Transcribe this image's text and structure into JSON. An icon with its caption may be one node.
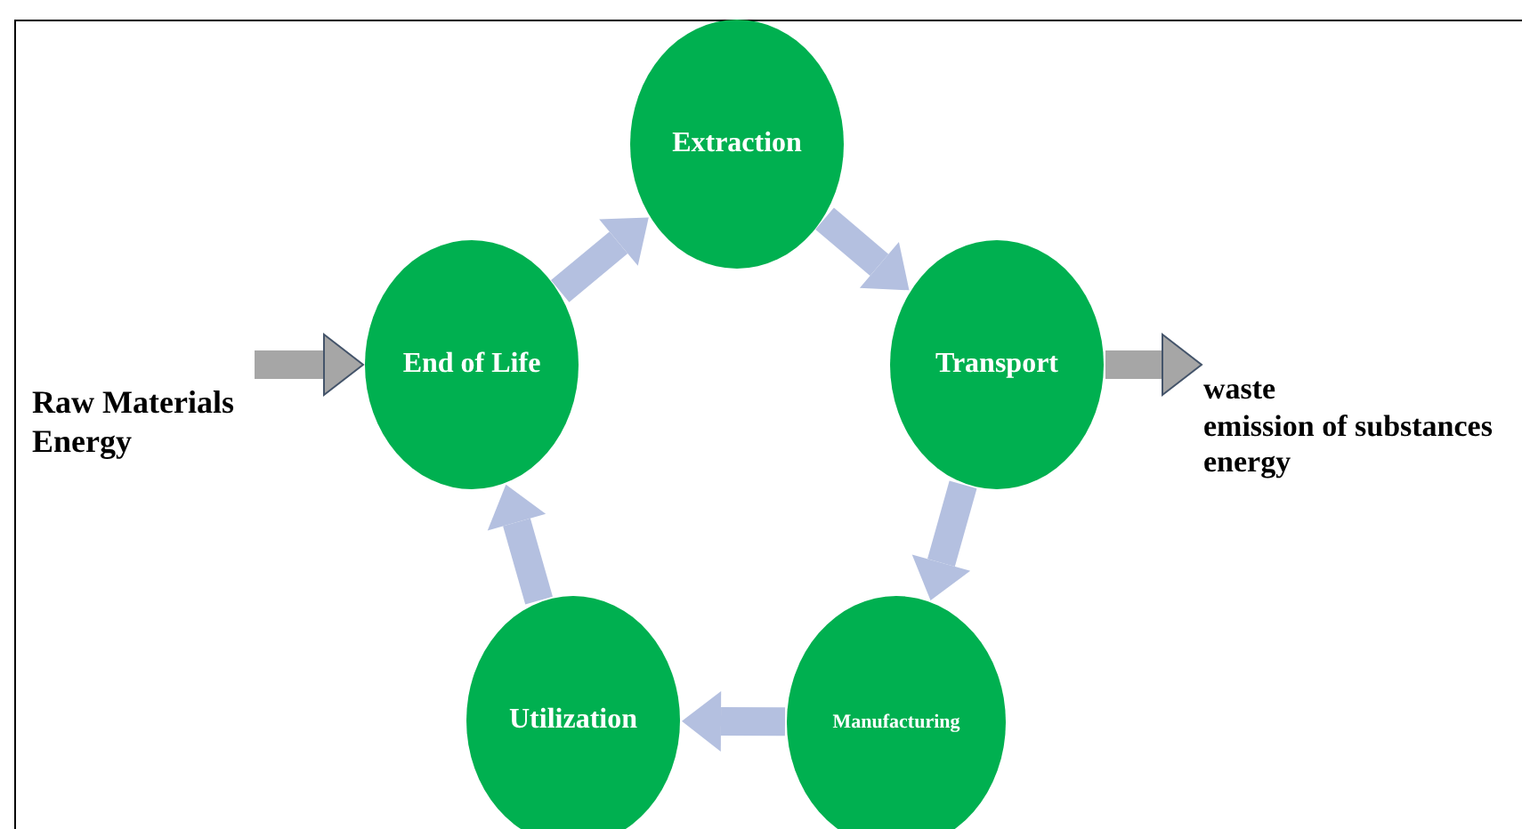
{
  "diagram": {
    "nodes": [
      {
        "text": [
          "Extraction"
        ]
      },
      {
        "text": [
          "Transport"
        ]
      },
      {
        "text": [
          "Manufacturing"
        ]
      },
      {
        "text": [
          "Utilization"
        ]
      },
      {
        "text": [
          "End of Life"
        ]
      },
      {
        "text": [
          "Raw Materials",
          "Energy"
        ]
      },
      {
        "text": [
          "waste",
          "emission of substances",
          "energy"
        ]
      }
    ],
    "edges": [
      {
        "from": 5,
        "to": 4,
        "arrow": "to",
        "color": "#a6a6a6"
      },
      {
        "from": 4,
        "to": 0,
        "arrow": "to"
      },
      {
        "from": 0,
        "to": 1,
        "arrow": "to"
      },
      {
        "from": 1,
        "to": 2,
        "arrow": "to"
      },
      {
        "from": 2,
        "to": 3,
        "arrow": "to"
      },
      {
        "from": 3,
        "to": 4,
        "arrow": "to"
      },
      {
        "from": 1,
        "to": 6,
        "arrow": "to",
        "color": "#a6a6a6"
      }
    ]
  }
}
